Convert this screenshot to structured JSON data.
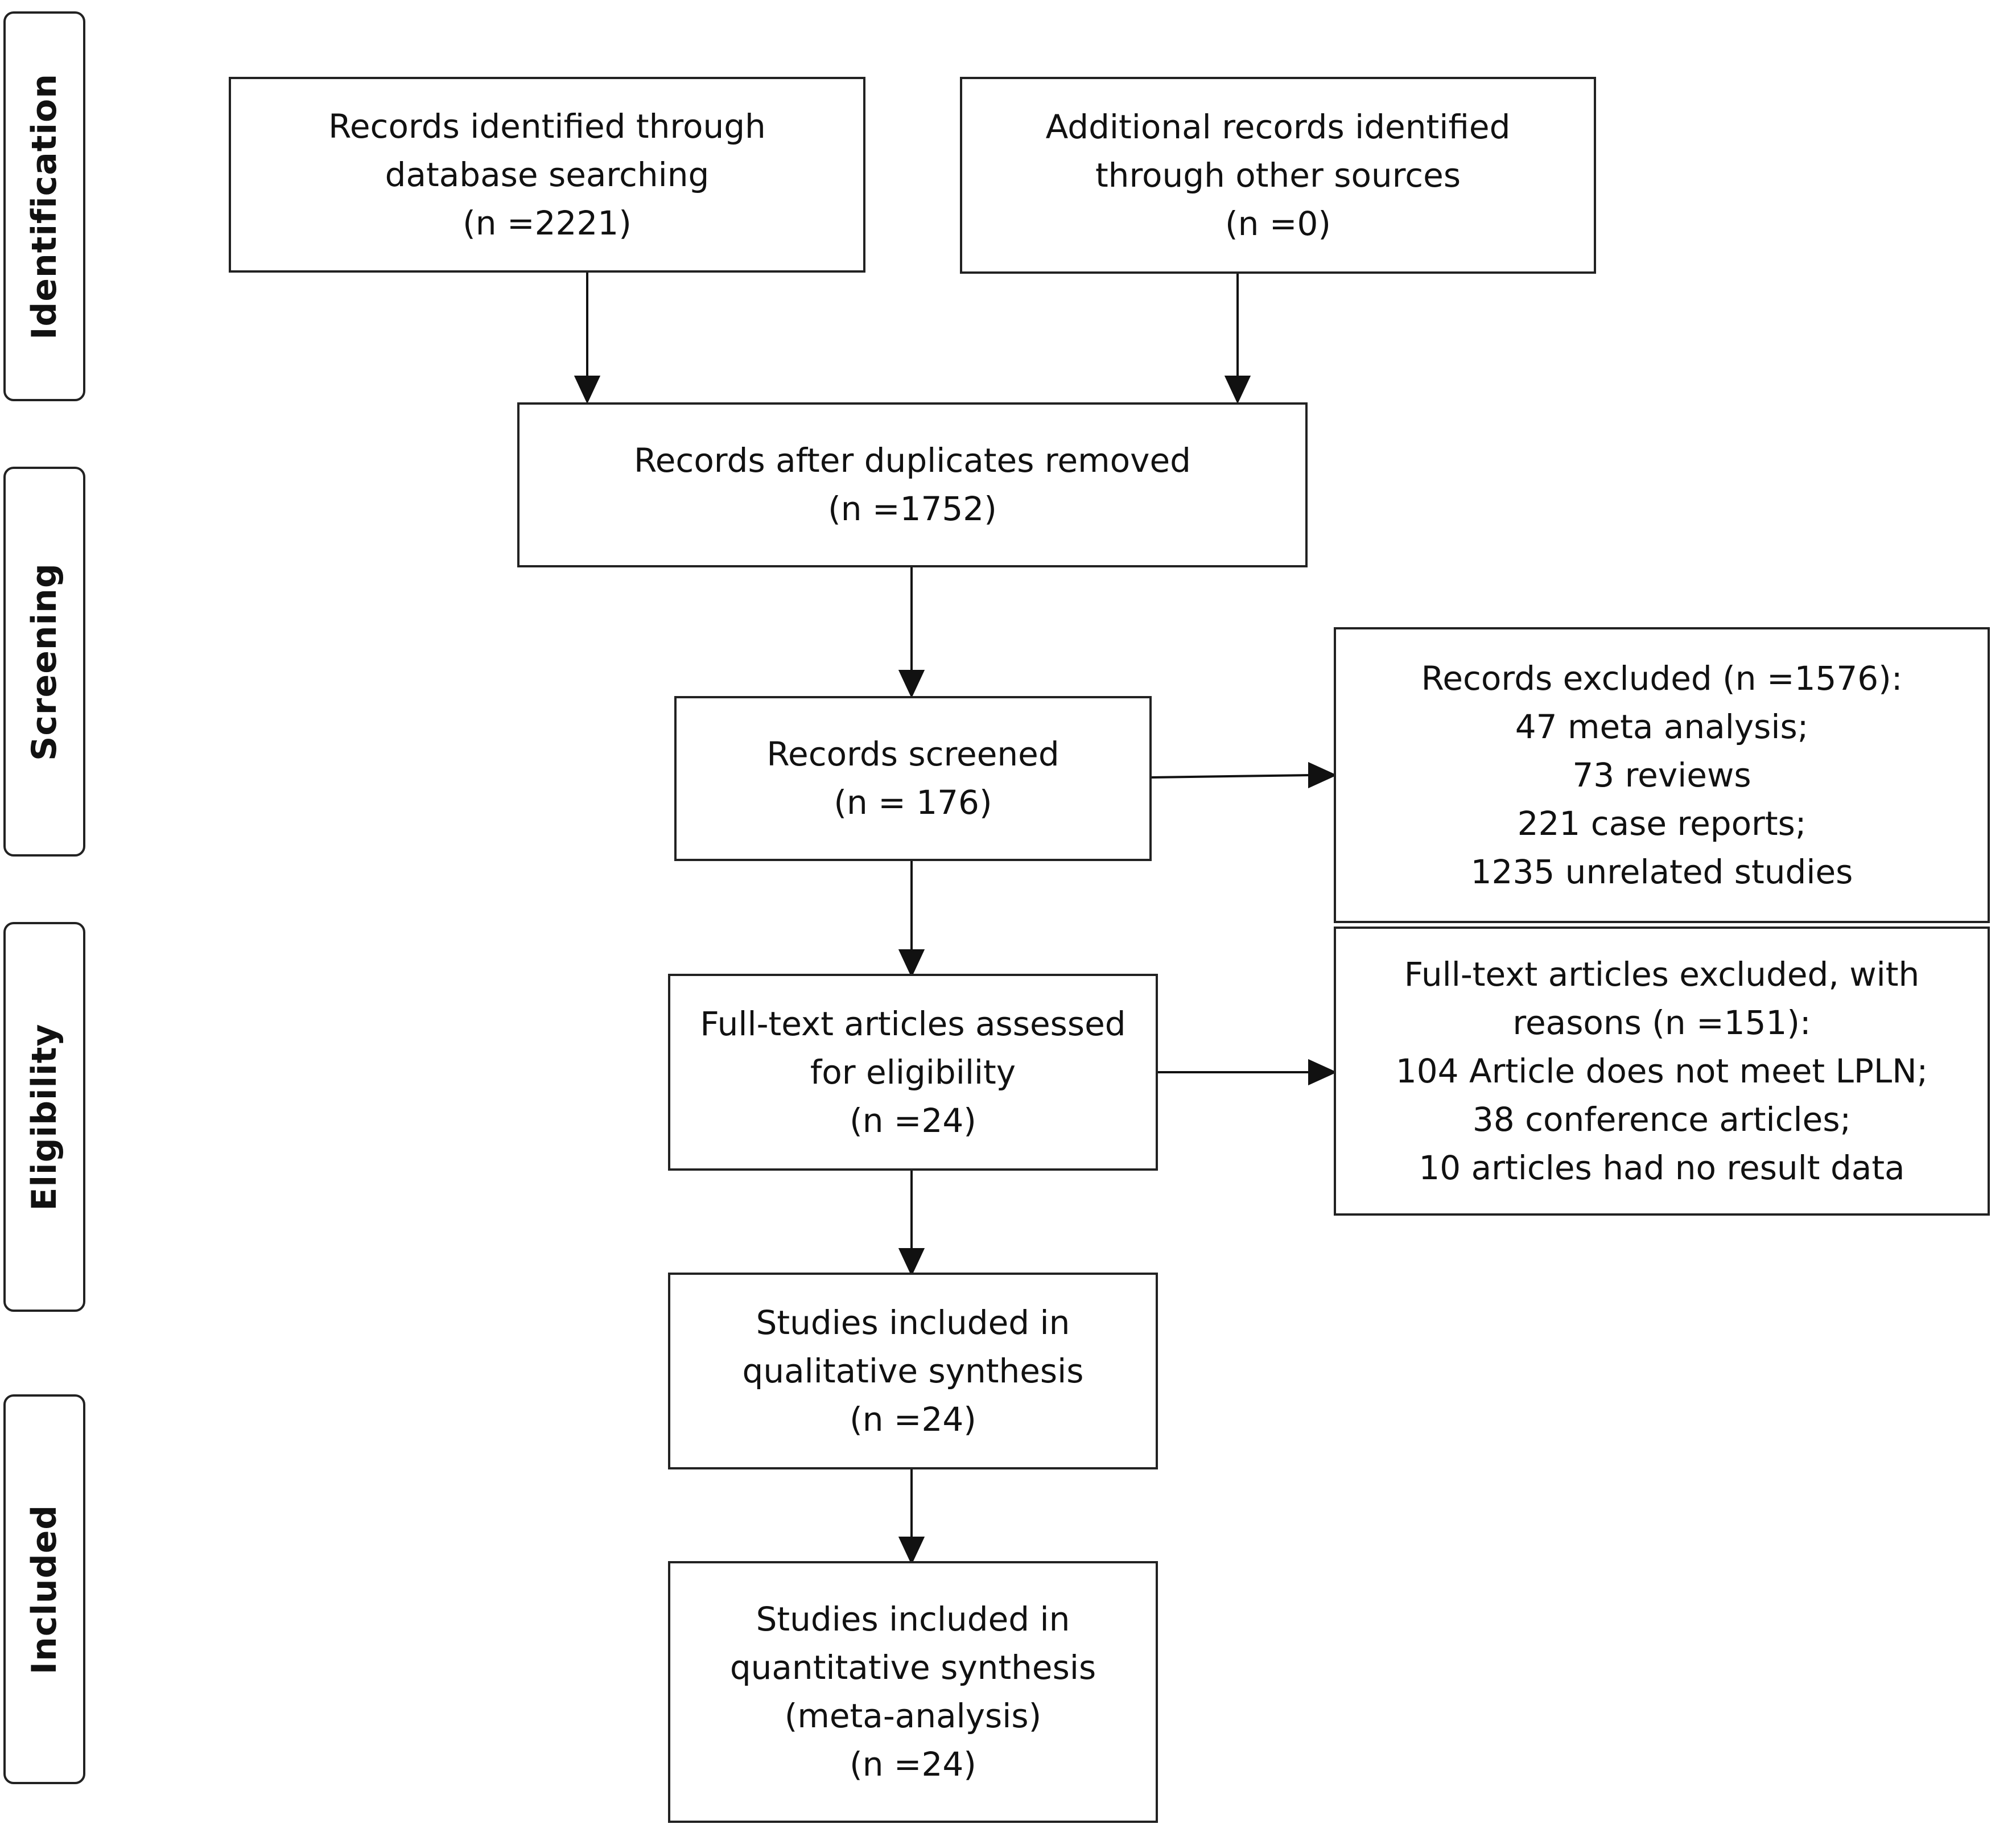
{
  "stages": {
    "identification": "Identification",
    "screening": "Screening",
    "eligibility": "Eligibility",
    "included": "Included"
  },
  "boxes": {
    "database_search": [
      "Records identified through",
      "database searching",
      "(n =2221)"
    ],
    "other_sources": [
      "Additional records identified",
      "through other sources",
      "(n =0)"
    ],
    "after_duplicates": [
      "Records after duplicates removed",
      "(n =1752)"
    ],
    "screened": [
      "Records screened",
      "(n = 176)"
    ],
    "records_excluded": [
      "Records excluded (n =1576):",
      "47 meta analysis;",
      "73 reviews",
      "221 case reports;",
      "1235 unrelated studies"
    ],
    "full_text_assessed": [
      "Full-text articles assessed",
      "for eligibility",
      "(n =24)"
    ],
    "full_text_excluded": [
      "Full-text articles excluded, with",
      "reasons (n =151):",
      "104 Article does not meet LPLN;",
      "38 conference articles;",
      "10 articles had no result data"
    ],
    "qualitative": [
      "Studies included in",
      "qualitative synthesis",
      "(n =24)"
    ],
    "quantitative": [
      "Studies included in",
      "quantitative synthesis",
      "(meta-analysis)",
      "(n =24)"
    ]
  }
}
